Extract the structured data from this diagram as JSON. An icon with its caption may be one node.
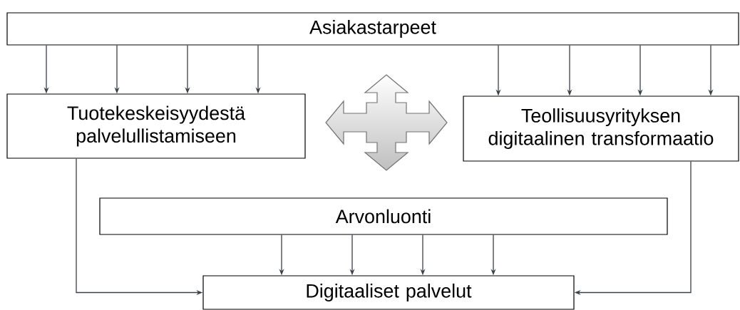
{
  "diagram": {
    "nodes": [
      {
        "text": [
          "Asiakastarpeet"
        ]
      },
      {
        "text": [
          "Tuotekeskeisyydestä palvelullistamiseen"
        ]
      },
      {
        "text": [
          "Teollisuusyrityksen digitaalinen transformaatio"
        ]
      },
      {
        "text": [
          "Arvonluonti"
        ]
      },
      {
        "text": [
          "Digitaaliset palvelut"
        ]
      }
    ],
    "edges": [
      {
        "from": 0,
        "to": 1,
        "arrow": "to"
      },
      {
        "from": 0,
        "to": 1,
        "arrow": "to"
      },
      {
        "from": 0,
        "to": 1,
        "arrow": "to"
      },
      {
        "from": 0,
        "to": 1,
        "arrow": "to"
      },
      {
        "from": 0,
        "to": 2,
        "arrow": "to"
      },
      {
        "from": 0,
        "to": 2,
        "arrow": "to"
      },
      {
        "from": 0,
        "to": 2,
        "arrow": "to"
      },
      {
        "from": 0,
        "to": 2,
        "arrow": "to"
      },
      {
        "from": 3,
        "to": 4,
        "arrow": "to"
      },
      {
        "from": 3,
        "to": 4,
        "arrow": "to"
      },
      {
        "from": 3,
        "to": 4,
        "arrow": "to"
      },
      {
        "from": 3,
        "to": 4,
        "arrow": "to"
      },
      {
        "from": 1,
        "to": 4,
        "arrow": "to"
      },
      {
        "from": 2,
        "to": 4,
        "arrow": "to"
      }
    ]
  }
}
